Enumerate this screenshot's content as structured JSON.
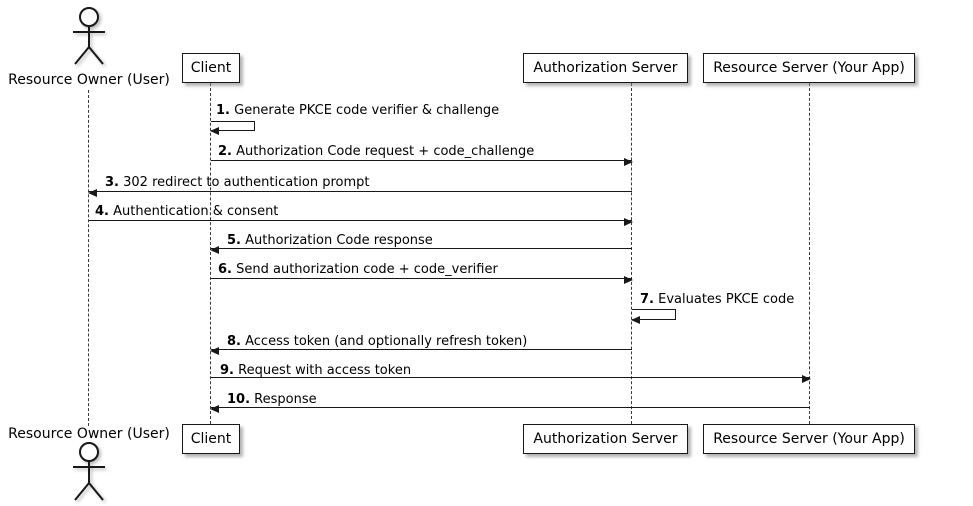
{
  "diagram": {
    "type": "uml-sequence",
    "participants": [
      {
        "label": "Resource Owner (User)",
        "kind": "actor"
      },
      {
        "label": "Client",
        "kind": "participant"
      },
      {
        "label": "Authorization Server",
        "kind": "participant"
      },
      {
        "label": "Resource Server (Your App)",
        "kind": "participant"
      }
    ],
    "messages": [
      {
        "num": "1.",
        "text": "Generate PKCE code verifier & challenge",
        "from": "Client",
        "to": "Client",
        "self": true
      },
      {
        "num": "2.",
        "text": "Authorization Code request + code_challenge",
        "from": "Client",
        "to": "Authorization Server",
        "self": false
      },
      {
        "num": "3.",
        "text": "302 redirect to authentication prompt",
        "from": "Authorization Server",
        "to": "Resource Owner (User)",
        "self": false
      },
      {
        "num": "4.",
        "text": "Authentication & consent",
        "from": "Resource Owner (User)",
        "to": "Authorization Server",
        "self": false
      },
      {
        "num": "5.",
        "text": "Authorization Code response",
        "from": "Authorization Server",
        "to": "Client",
        "self": false
      },
      {
        "num": "6.",
        "text": "Send authorization code + code_verifier",
        "from": "Client",
        "to": "Authorization Server",
        "self": false
      },
      {
        "num": "7.",
        "text": "Evaluates PKCE code",
        "from": "Authorization Server",
        "to": "Authorization Server",
        "self": true
      },
      {
        "num": "8.",
        "text": "Access token (and optionally refresh token)",
        "from": "Authorization Server",
        "to": "Client",
        "self": false
      },
      {
        "num": "9.",
        "text": "Request with access token",
        "from": "Client",
        "to": "Resource Server (Your App)",
        "self": false
      },
      {
        "num": "10.",
        "text": "Response",
        "from": "Resource Server (Your App)",
        "to": "Client",
        "self": false
      }
    ],
    "colors": {
      "background": "#ffffff",
      "box_fill": "#fefefe",
      "line": "#181818",
      "text": "#000000"
    }
  }
}
